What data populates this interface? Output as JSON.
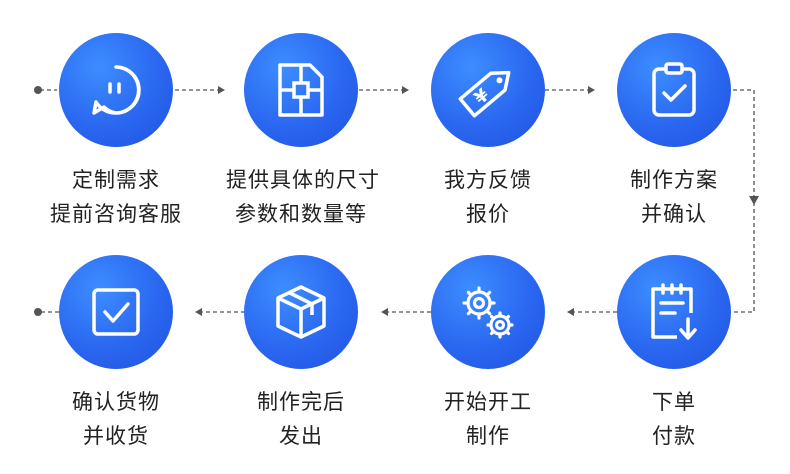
{
  "colors": {
    "circle": "#2a67f0",
    "connector": "#555555",
    "icon": "#ffffff",
    "text": "#222222"
  },
  "steps": [
    {
      "icon": "chat-bubble-icon",
      "line1": "定制需求",
      "line2": "提前咨询客服"
    },
    {
      "icon": "blueprint-icon",
      "line1": "提供具体的尺寸",
      "line2": "参数和数量等"
    },
    {
      "icon": "price-tag-icon",
      "line1": "我方反馈",
      "line2": "报价"
    },
    {
      "icon": "clipboard-check-icon",
      "line1": "制作方案",
      "line2": "并确认"
    },
    {
      "icon": "document-download-icon",
      "line1": "下单",
      "line2": "付款"
    },
    {
      "icon": "gears-icon",
      "line1": "开始开工",
      "line2": "制作"
    },
    {
      "icon": "package-box-icon",
      "line1": "制作完后",
      "line2": "发出"
    },
    {
      "icon": "checkbox-icon",
      "line1": "确认货物",
      "line2": "并收货"
    }
  ]
}
